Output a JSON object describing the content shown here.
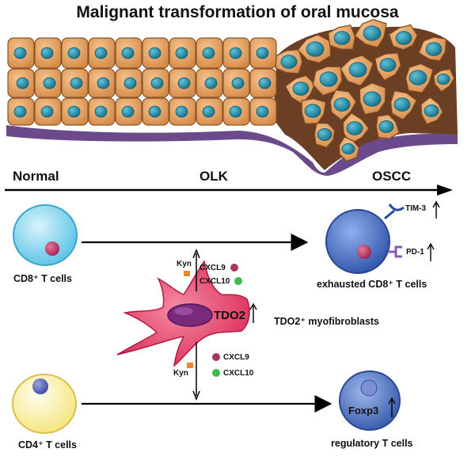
{
  "title": "Malignant transformation of oral mucosa",
  "stages": [
    "Normal",
    "OLK",
    "OSCC"
  ],
  "cells": {
    "cd8": "CD8⁺ T cells",
    "cd4": "CD4⁺ T cells",
    "exhausted": "exhausted CD8⁺ T cells",
    "treg": "regulatory T cells",
    "fibro": "TDO2⁺ myofibroblasts"
  },
  "markers": {
    "tim3": "TIM-3",
    "pd1": "PD-1",
    "tdo2": "TDO2",
    "foxp3": "Foxp3",
    "kyn": "Kyn",
    "cxcl9": "CXCL9",
    "cxcl10": "CXCL10"
  },
  "colors": {
    "epithelium": "#e3a567",
    "nucleus": "#2a8fa5",
    "basement": "#6b4a8c",
    "tumor_stroma": "#6a3f24",
    "cd8_cell": "#7fd3ee",
    "cd4_cell": "#fbf3a6",
    "exhausted_cell": "#4a74c6",
    "treg_cell": "#4a72bf",
    "fibroblast": "#e8456a",
    "cxcl9": "#a8375f",
    "cxcl10": "#3dbb4f",
    "kyn": "#e88a2a"
  },
  "icons": [
    "up-arrow-icon",
    "chemokine-dot-icon",
    "kyn-square-icon",
    "receptor-icon"
  ]
}
